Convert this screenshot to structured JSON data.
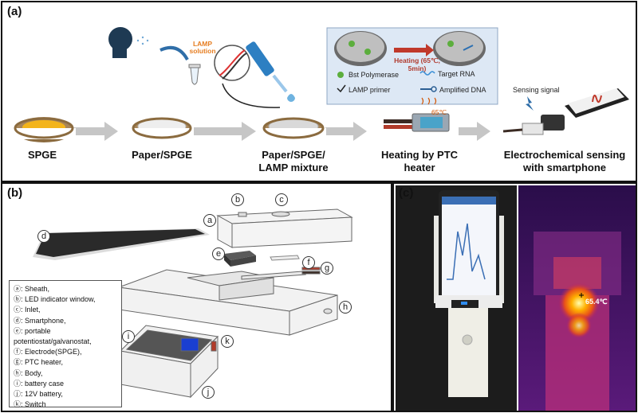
{
  "panel_a": {
    "label": "(a)",
    "lamp_solution": "LAMP solution",
    "steps": [
      "SPGE",
      "Paper/SPGE",
      "Paper/SPGE/ LAMP mixture",
      "Heating by PTC heater",
      "Electrochemical sensing with smartphone"
    ],
    "heating_condition": "Heating (65℃, 5min)",
    "temp": "65℃",
    "sensing_signal": "Sensing signal",
    "legend": {
      "bst": "Bst Polymerase",
      "primer": "LAMP primer",
      "rna": "Target RNA",
      "dna": "Amplified DNA"
    }
  },
  "panel_b": {
    "label": "(b)",
    "markers": [
      "a",
      "b",
      "c",
      "d",
      "e",
      "f",
      "g",
      "h",
      "i",
      "j",
      "k"
    ],
    "legend_items": [
      "ⓐ: Sheath,",
      "ⓑ: LED indicator window,",
      "ⓒ: Inlet,",
      "ⓓ: Smartphone,",
      "ⓔ:  portable",
      "potentiostat/galvanostat,",
      "ⓕ: Electrode(SPGE),",
      "ⓖ: PTC heater,",
      "ⓗ: Body,",
      "ⓘ: battery case",
      "ⓙ: 12V battery,",
      "ⓚ: Switch"
    ]
  },
  "panel_c": {
    "label": "(c)",
    "temp_reading": "65.4℃"
  }
}
